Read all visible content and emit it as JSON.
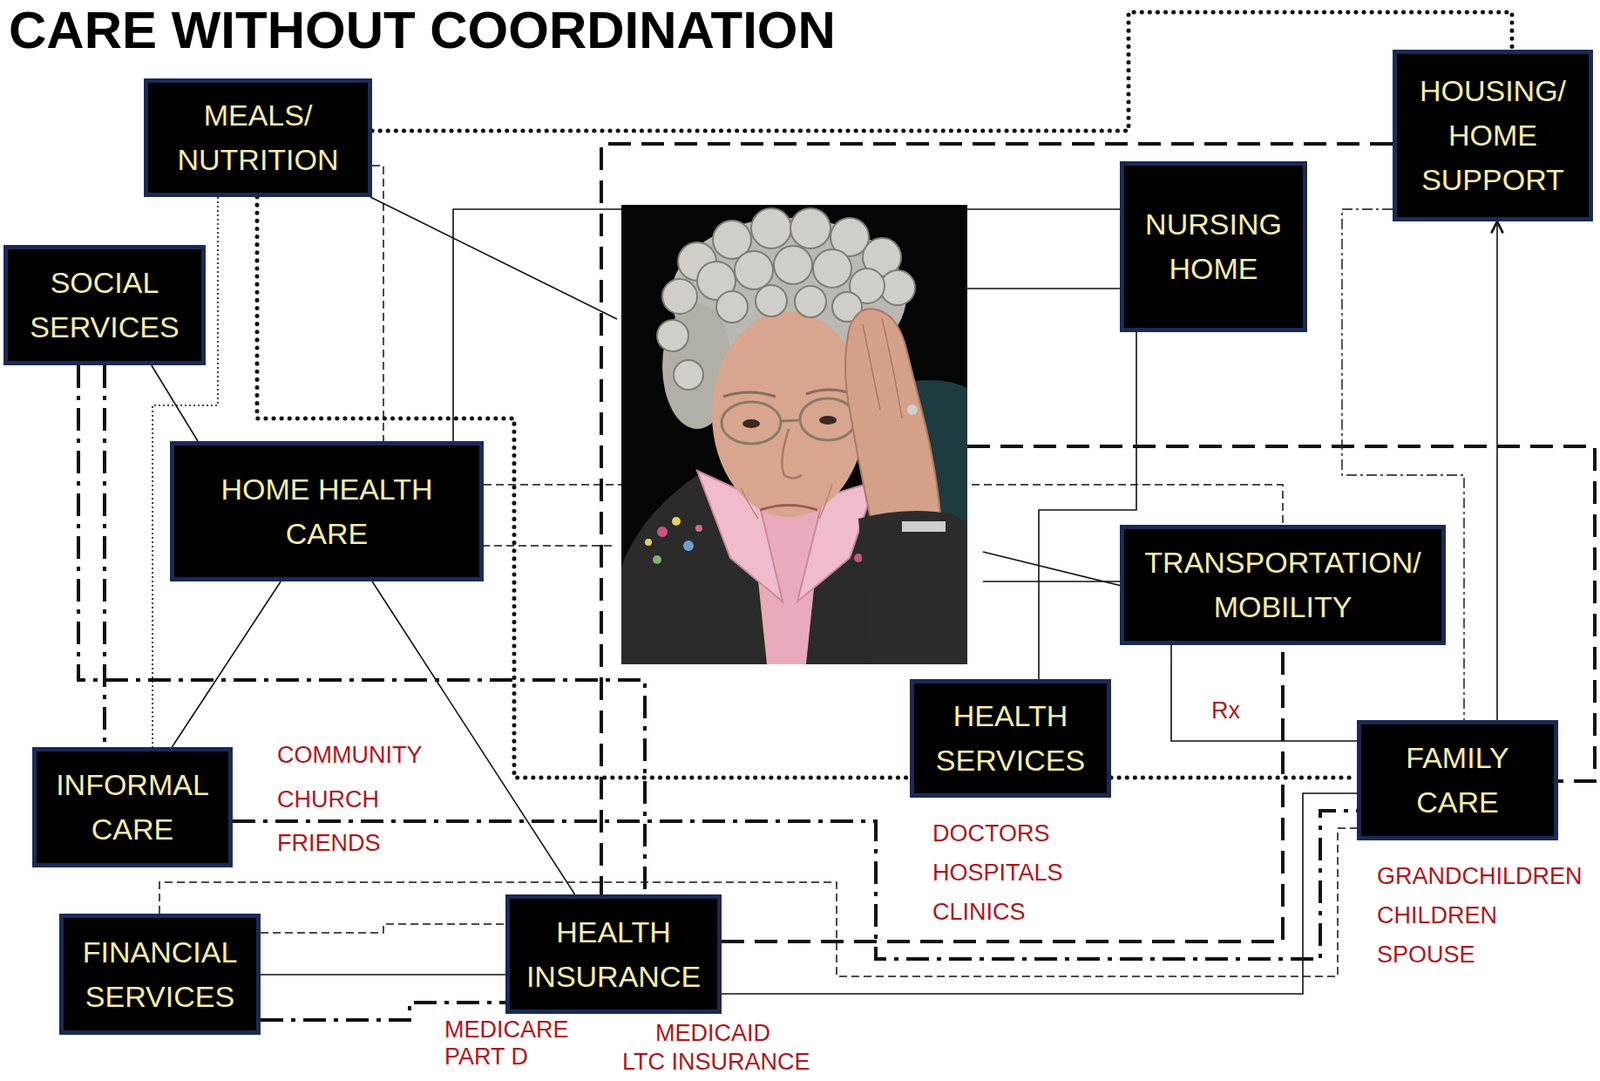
{
  "diagram": {
    "title": "CARE WITHOUT COORDINATION",
    "nodes": [
      {
        "text": [
          "MEALS/ NUTRITION"
        ]
      },
      {
        "text": [
          "HOUSING/ HOME SUPPORT"
        ]
      },
      {
        "text": [
          "NURSING HOME"
        ]
      },
      {
        "text": [
          "SOCIAL SERVICES"
        ]
      },
      {
        "text": [
          "HOME HEALTH CARE"
        ]
      },
      {
        "text": [
          "TRANSPORTATION/ MOBILITY"
        ]
      },
      {
        "text": [
          "HEALTH SERVICES"
        ]
      },
      {
        "text": [
          "FAMILY CARE"
        ]
      },
      {
        "text": [
          "INFORMAL CARE"
        ]
      },
      {
        "text": [
          "HEALTH INSURANCE"
        ]
      },
      {
        "text": [
          "FINANCIAL SERVICES"
        ]
      }
    ],
    "edges": [
      {
        "from": 0,
        "to": 1,
        "arrow": "none"
      },
      {
        "from": 1,
        "to": 9,
        "arrow": "none"
      },
      {
        "from": 0,
        "to": 6,
        "arrow": "none"
      },
      {
        "from": 6,
        "to": 7,
        "arrow": "none"
      },
      {
        "from": 4,
        "to": 2,
        "arrow": "none"
      },
      {
        "from": 3,
        "to": 4,
        "arrow": "none"
      },
      {
        "from": 4,
        "to": 8,
        "arrow": "none"
      },
      {
        "from": 4,
        "to": 9,
        "arrow": "none"
      },
      {
        "from": 3,
        "to": 8,
        "arrow": "none"
      },
      {
        "from": 3,
        "to": 9,
        "arrow": "none"
      },
      {
        "from": 8,
        "to": 7,
        "arrow": "none"
      },
      {
        "from": 2,
        "to": 6,
        "arrow": "none"
      },
      {
        "from": 4,
        "to": 5,
        "arrow": "none"
      },
      {
        "from": 0,
        "to": 4,
        "arrow": "none"
      },
      {
        "from": 0,
        "to": 8,
        "arrow": "none"
      },
      {
        "from": 9,
        "to": 5,
        "arrow": "none"
      },
      {
        "from": 5,
        "to": 7,
        "arrow": "none"
      },
      {
        "from": 7,
        "to": 1,
        "arrow": "to"
      },
      {
        "from": 1,
        "to": 7,
        "arrow": "none"
      },
      {
        "from": 10,
        "to": 9,
        "arrow": "none"
      },
      {
        "from": 9,
        "to": 7,
        "arrow": "none"
      },
      {
        "from": 10,
        "to": 7,
        "arrow": "none"
      },
      {
        "from": 10,
        "to": 9,
        "arrow": "none"
      },
      {
        "from": 10,
        "to": 9,
        "arrow": "none"
      }
    ],
    "labels": [
      "COMMUNITY",
      "CHURCH",
      "FRIENDS",
      "Rx",
      "DOCTORS",
      "HOSPITALS",
      "CLINICS",
      "GRANDCHILDREN",
      "CHILDREN",
      "SPOUSE",
      "MEDICARE PART D",
      "MEDICAID",
      "LTC INSURANCE"
    ]
  }
}
